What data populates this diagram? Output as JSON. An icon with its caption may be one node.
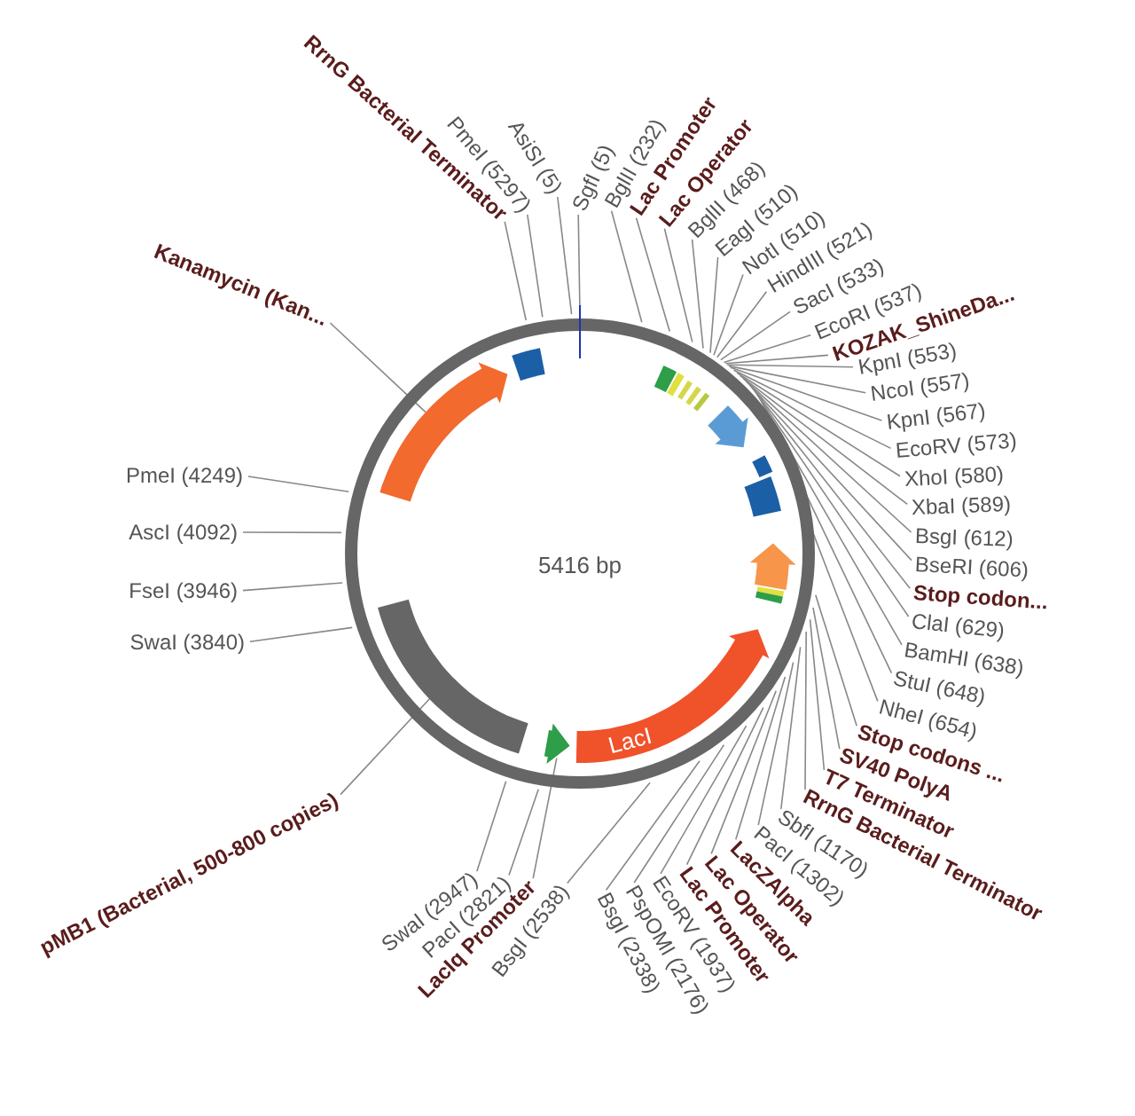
{
  "diagram": {
    "nodes": [
      {
        "text": [
          "RrnG Bacterial Terminator"
        ]
      },
      {
        "text": [
          "PmeI (5297)"
        ]
      },
      {
        "text": [
          "AsiSI (5)"
        ]
      },
      {
        "text": [
          "SgfI (5)"
        ]
      },
      {
        "text": [
          "BglII (232)"
        ]
      },
      {
        "text": [
          "Lac Promoter"
        ]
      },
      {
        "text": [
          "Lac Operator"
        ]
      },
      {
        "text": [
          "BglII (468)"
        ]
      },
      {
        "text": [
          "EagI (510)"
        ]
      },
      {
        "text": [
          "NotI (510)"
        ]
      },
      {
        "text": [
          "HindIII (521)"
        ]
      },
      {
        "text": [
          "SacI (533)"
        ]
      },
      {
        "text": [
          "EcoRI (537)"
        ]
      },
      {
        "text": [
          "KOZAK_ShineDa..."
        ]
      },
      {
        "text": [
          "KpnI (553)"
        ]
      },
      {
        "text": [
          "NcoI (557)"
        ]
      },
      {
        "text": [
          "KpnI (567)"
        ]
      },
      {
        "text": [
          "EcoRV (573)"
        ]
      },
      {
        "text": [
          "XhoI (580)"
        ]
      },
      {
        "text": [
          "XbaI (589)"
        ]
      },
      {
        "text": [
          "BsgI (612)"
        ]
      },
      {
        "text": [
          "BseRI (606)"
        ]
      },
      {
        "text": [
          "Stop codon..."
        ]
      },
      {
        "text": [
          "ClaI (629)"
        ]
      },
      {
        "text": [
          "BamHI (638)"
        ]
      },
      {
        "text": [
          "StuI (648)"
        ]
      },
      {
        "text": [
          "NheI (654)"
        ]
      },
      {
        "text": [
          "Stop codons ..."
        ]
      },
      {
        "text": [
          "SV40 PolyA"
        ]
      },
      {
        "text": [
          "T7 Terminator"
        ]
      },
      {
        "text": [
          "RrnG Bacterial Terminator"
        ]
      },
      {
        "text": [
          "SbfI (1170)"
        ]
      },
      {
        "text": [
          "PacI (1302)"
        ]
      },
      {
        "text": [
          "LacZAlpha"
        ]
      },
      {
        "text": [
          "Lac Operator"
        ]
      },
      {
        "text": [
          "Lac Promoter"
        ]
      },
      {
        "text": [
          "EcoRV (1937)"
        ]
      },
      {
        "text": [
          "PspOMI (2176)"
        ]
      },
      {
        "text": [
          "BsgI (2338)"
        ]
      },
      {
        "text": [
          "BsgI (2538)"
        ]
      },
      {
        "text": [
          "LacIq Promoter"
        ]
      },
      {
        "text": [
          "PacI (2821)"
        ]
      },
      {
        "text": [
          "SwaI (2947)"
        ]
      },
      {
        "text": [
          "pMB1 (Bacterial, 500-800 copies)"
        ]
      },
      {
        "text": [
          "SwaI (3840)"
        ]
      },
      {
        "text": [
          "FseI (3946)"
        ]
      },
      {
        "text": [
          "AscI (4092)"
        ]
      },
      {
        "text": [
          "PmeI (4249)"
        ]
      },
      {
        "text": [
          "Kanamycin (Kan..."
        ]
      },
      {
        "text": [],
        "shape": "arrow"
      },
      {
        "text": [],
        "shape": "bar"
      },
      {
        "text": [],
        "shape": "arrow"
      },
      {
        "text": [
          "LacI"
        ]
      }
    ],
    "edges": [
      {
        "from": 0,
        "to": null,
        "arrow": "none"
      },
      {
        "from": 1,
        "to": null,
        "arrow": "none"
      },
      {
        "from": 2,
        "to": null,
        "arrow": "none"
      },
      {
        "from": 3,
        "to": null,
        "arrow": "none"
      },
      {
        "from": 4,
        "to": null,
        "arrow": "none"
      },
      {
        "from": 5,
        "to": null,
        "arrow": "none"
      },
      {
        "from": 6,
        "to": null,
        "arrow": "none"
      },
      {
        "from": 7,
        "to": null,
        "arrow": "none"
      },
      {
        "from": 8,
        "to": null,
        "arrow": "none"
      },
      {
        "from": 9,
        "to": null,
        "arrow": "none"
      },
      {
        "from": 10,
        "to": null,
        "arrow": "none"
      },
      {
        "from": 11,
        "to": null,
        "arrow": "none"
      },
      {
        "from": 12,
        "to": null,
        "arrow": "none"
      },
      {
        "from": 13,
        "to": null,
        "arrow": "none"
      },
      {
        "from": 14,
        "to": null,
        "arrow": "none"
      },
      {
        "from": 15,
        "to": null,
        "arrow": "none"
      },
      {
        "from": 16,
        "to": null,
        "arrow": "none"
      },
      {
        "from": 17,
        "to": null,
        "arrow": "none"
      },
      {
        "from": 18,
        "to": null,
        "arrow": "none"
      },
      {
        "from": 19,
        "to": null,
        "arrow": "none"
      },
      {
        "from": 20,
        "to": null,
        "arrow": "none"
      },
      {
        "from": 21,
        "to": null,
        "arrow": "none"
      },
      {
        "from": 22,
        "to": null,
        "arrow": "none"
      },
      {
        "from": 23,
        "to": null,
        "arrow": "none"
      },
      {
        "from": 24,
        "to": null,
        "arrow": "none"
      },
      {
        "from": 25,
        "to": null,
        "arrow": "none"
      },
      {
        "from": 26,
        "to": null,
        "arrow": "none"
      },
      {
        "from": 27,
        "to": null,
        "arrow": "none"
      },
      {
        "from": 28,
        "to": null,
        "arrow": "none"
      },
      {
        "from": 29,
        "to": null,
        "arrow": "none"
      },
      {
        "from": 30,
        "to": null,
        "arrow": "none"
      },
      {
        "from": 31,
        "to": null,
        "arrow": "none"
      },
      {
        "from": 32,
        "to": null,
        "arrow": "none"
      },
      {
        "from": 33,
        "to": null,
        "arrow": "none"
      },
      {
        "from": 34,
        "to": null,
        "arrow": "none"
      },
      {
        "from": 35,
        "to": null,
        "arrow": "none"
      },
      {
        "from": 36,
        "to": null,
        "arrow": "none"
      },
      {
        "from": 37,
        "to": null,
        "arrow": "none"
      },
      {
        "from": 38,
        "to": null,
        "arrow": "none"
      },
      {
        "from": 39,
        "to": null,
        "arrow": "none"
      },
      {
        "from": 40,
        "to": 51,
        "arrow": "none"
      },
      {
        "from": 41,
        "to": null,
        "arrow": "none"
      },
      {
        "from": 42,
        "to": null,
        "arrow": "none"
      },
      {
        "from": 43,
        "to": 50,
        "arrow": "none"
      },
      {
        "from": 44,
        "to": null,
        "arrow": "none"
      },
      {
        "from": 45,
        "to": null,
        "arrow": "none"
      },
      {
        "from": 46,
        "to": null,
        "arrow": "none"
      },
      {
        "from": 47,
        "to": null,
        "arrow": "none"
      },
      {
        "from": 48,
        "to": 49,
        "arrow": "none"
      }
    ],
    "labels": [
      "5416 bp"
    ]
  }
}
